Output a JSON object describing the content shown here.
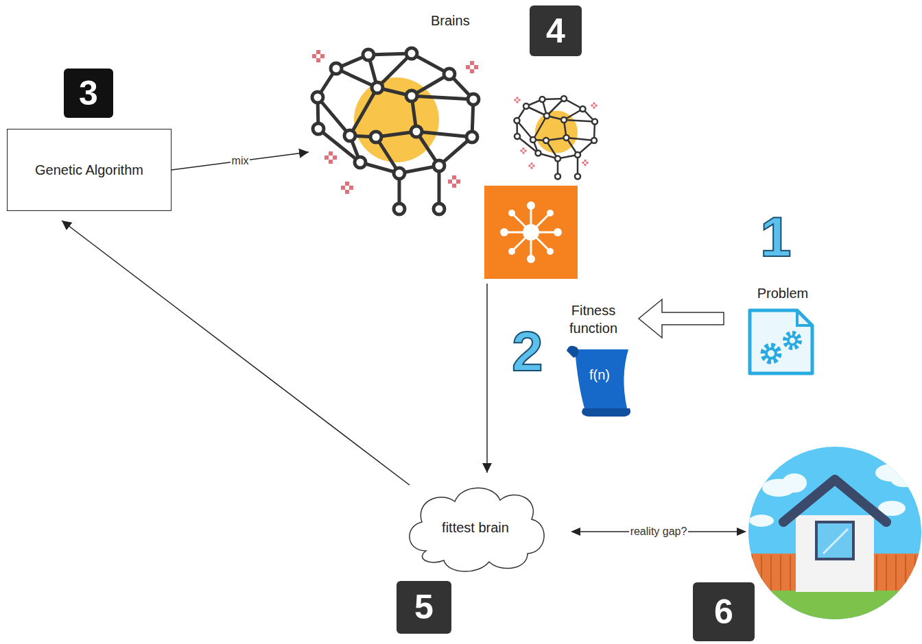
{
  "diagram": {
    "nodes": [
      {
        "text": [
          "Genetic Algorithm"
        ]
      },
      {
        "text": [
          "Brains"
        ]
      },
      {
        "text": [
          "Problem"
        ]
      },
      {
        "text": [
          "Fitness function",
          "f(n)"
        ]
      },
      {
        "text": [
          "fittest brain"
        ]
      }
    ],
    "edges": [
      {
        "from": 0,
        "to": 1,
        "label": "mix",
        "arrow": "to"
      },
      {
        "from": 2,
        "to": 3,
        "arrow": "to"
      },
      {
        "from": 1,
        "to": 4,
        "arrow": "to"
      },
      {
        "from": 4,
        "to": 0,
        "arrow": "to"
      }
    ],
    "labels": [
      "3",
      "4",
      "1",
      "2",
      "5",
      "6",
      "reality gap?"
    ]
  }
}
